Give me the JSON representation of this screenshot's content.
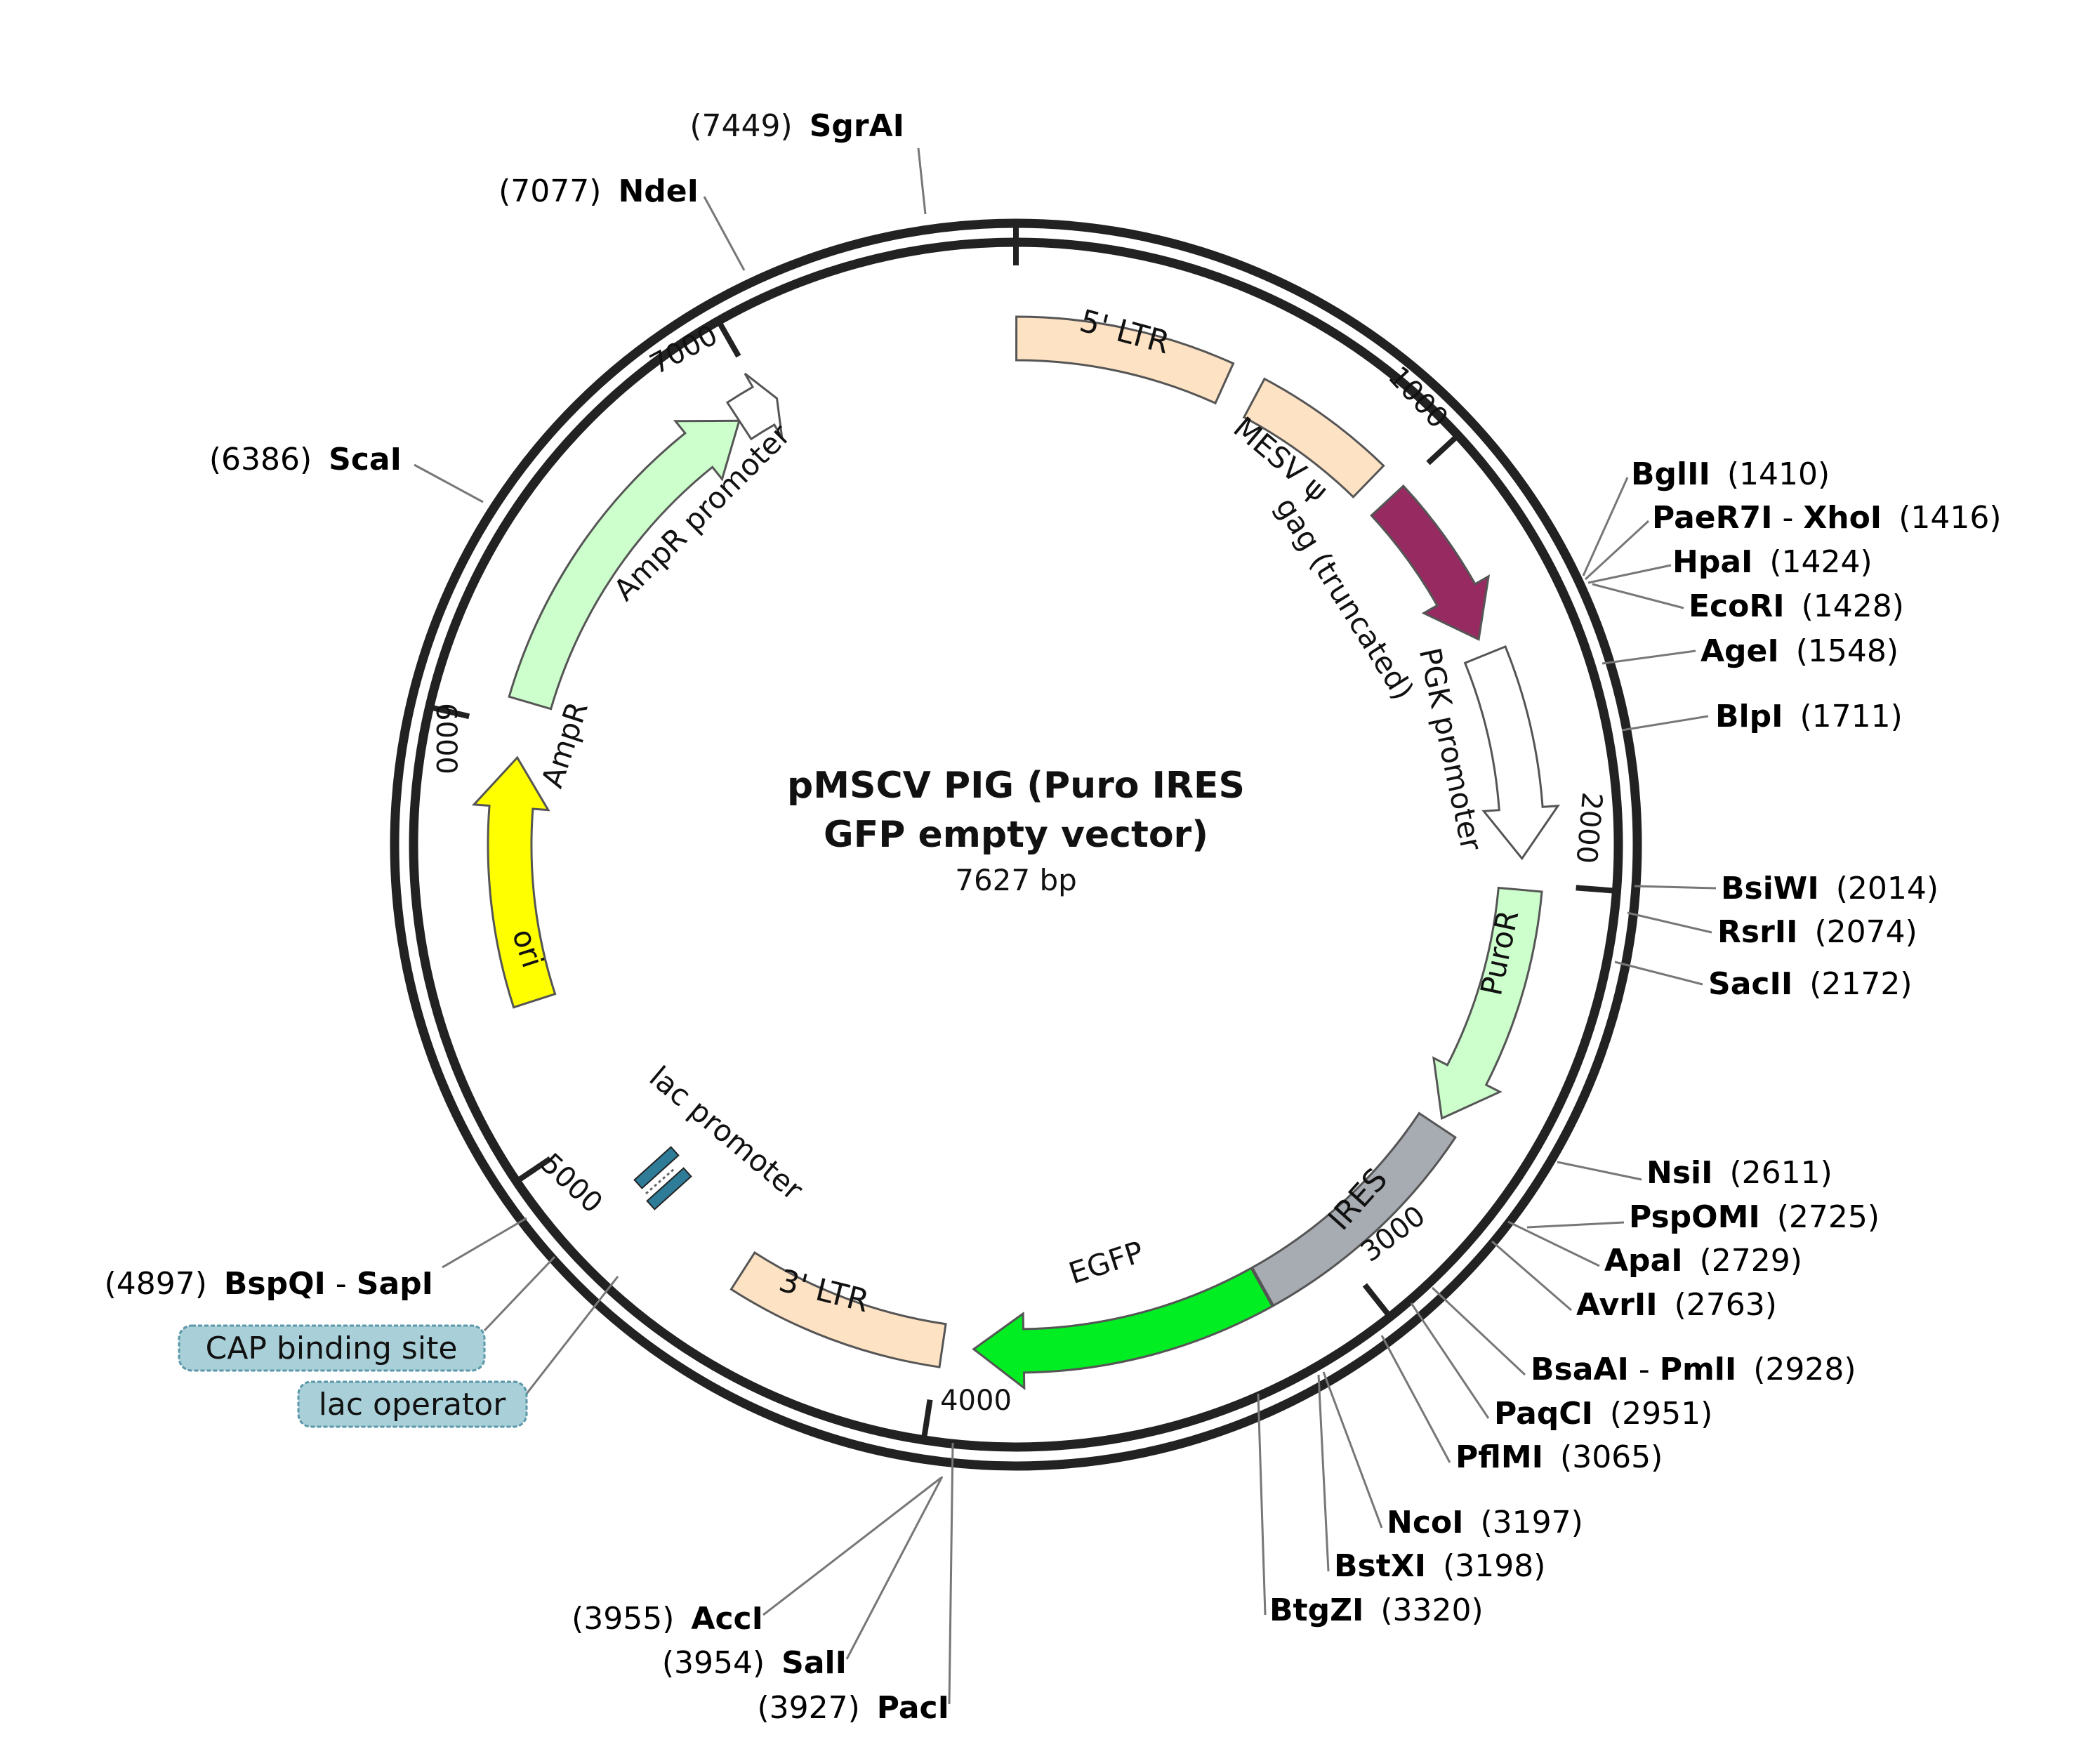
{
  "plasmid": {
    "title_line1": "pMSCV PIG (Puro IRES",
    "title_line2": "GFP empty vector)",
    "length_label": "7627 bp",
    "total_bp": 7627
  },
  "ticks": [
    {
      "bp": 1000,
      "label": "1000"
    },
    {
      "bp": 2000,
      "label": "2000"
    },
    {
      "bp": 3000,
      "label": "3000"
    },
    {
      "bp": 4000,
      "label": "4000"
    },
    {
      "bp": 5000,
      "label": "5000"
    },
    {
      "bp": 6000,
      "label": "6000"
    },
    {
      "bp": 7000,
      "label": "7000"
    }
  ],
  "features": [
    {
      "id": "ltr5",
      "label": "5' LTR",
      "start": 1,
      "end": 515,
      "color": "#fde2c4",
      "kind": "box",
      "label_inside": true
    },
    {
      "id": "mesv",
      "label": "MESV ψ",
      "start": 595,
      "end": 935,
      "color": "#fde2c4",
      "kind": "box",
      "label_inside": false
    },
    {
      "id": "gag",
      "label": "gag (truncated)",
      "start": 1000,
      "end": 1400,
      "color": "#972b61",
      "kind": "arrow",
      "label_inside": false
    },
    {
      "id": "pgk",
      "label": "PGK promoter",
      "start": 1440,
      "end": 1940,
      "color": "#ffffff",
      "kind": "arrow",
      "label_inside": false
    },
    {
      "id": "puror",
      "label": "PuroR",
      "start": 2015,
      "end": 2600,
      "color": "#ccffcc",
      "kind": "arrow",
      "label_inside": true
    },
    {
      "id": "ires",
      "label": "IRES",
      "start": 2620,
      "end": 3195,
      "color": "#a7abb2",
      "kind": "box",
      "label_inside": true
    },
    {
      "id": "egfp",
      "label": "EGFP",
      "start": 3198,
      "end": 3915,
      "color": "#00ee22",
      "kind": "arrow",
      "label_inside": false
    },
    {
      "id": "ltr3",
      "label": "3' LTR",
      "start": 3990,
      "end": 4505,
      "color": "#fde2c4",
      "kind": "box",
      "label_inside": true
    },
    {
      "id": "lacprom",
      "label": "lac promoter",
      "start": 4760,
      "end": 4790,
      "color": "#2e7c98",
      "kind": "box",
      "label_inside": false
    },
    {
      "id": "ori",
      "label": "ori",
      "start": 5340,
      "end": 5930,
      "color": "#ffff00",
      "kind": "arrow",
      "label_inside": true
    },
    {
      "id": "ampr",
      "label": "AmpR",
      "start": 6065,
      "end": 6925,
      "color": "#ccffcc",
      "kind": "arrow",
      "label_inside": false
    },
    {
      "id": "ampprom",
      "label": "AmpR promoter",
      "start": 6925,
      "end": 7030,
      "color": "#ffffff",
      "kind": "arrow",
      "label_inside": false
    }
  ],
  "sites": [
    {
      "name": "SgrAI",
      "pos": "(7449)"
    },
    {
      "name": "NdeI",
      "pos": "(7077)"
    },
    {
      "name": "ScaI",
      "pos": "(6386)"
    },
    {
      "name": "BglII",
      "pos": "(1410)"
    },
    {
      "name": "PaeR7I",
      "sep": " - ",
      "name2": "XhoI",
      "pos": "(1416)"
    },
    {
      "name": "HpaI",
      "pos": "(1424)"
    },
    {
      "name": "EcoRI",
      "pos": "(1428)"
    },
    {
      "name": "AgeI",
      "pos": "(1548)"
    },
    {
      "name": "BlpI",
      "pos": "(1711)"
    },
    {
      "name": "BsiWI",
      "pos": "(2014)"
    },
    {
      "name": "RsrII",
      "pos": "(2074)"
    },
    {
      "name": "SacII",
      "pos": "(2172)"
    },
    {
      "name": "NsiI",
      "pos": "(2611)"
    },
    {
      "name": "PspOMI",
      "pos": "(2725)"
    },
    {
      "name": "ApaI",
      "pos": "(2729)"
    },
    {
      "name": "AvrII",
      "pos": "(2763)"
    },
    {
      "name": "BsaAI",
      "sep": " - ",
      "name2": "PmlI",
      "pos": "(2928)"
    },
    {
      "name": "PaqCI",
      "pos": "(2951)"
    },
    {
      "name": "PflMI",
      "pos": "(3065)"
    },
    {
      "name": "NcoI",
      "pos": "(3197)"
    },
    {
      "name": "BstXI",
      "pos": "(3198)"
    },
    {
      "name": "BtgZI",
      "pos": "(3320)"
    },
    {
      "name": "AccI",
      "pos": "(3955)"
    },
    {
      "name": "SalI",
      "pos": "(3954)"
    },
    {
      "name": "PacI",
      "pos": "(3927)"
    },
    {
      "name": "BspQI",
      "sep": " - ",
      "name2": "SapI",
      "pos": "(4897)"
    }
  ],
  "boxed_labels": [
    {
      "label": "CAP binding site",
      "color": "#a9d0d8"
    },
    {
      "label": "lac operator",
      "color": "#a9d0d8"
    }
  ]
}
